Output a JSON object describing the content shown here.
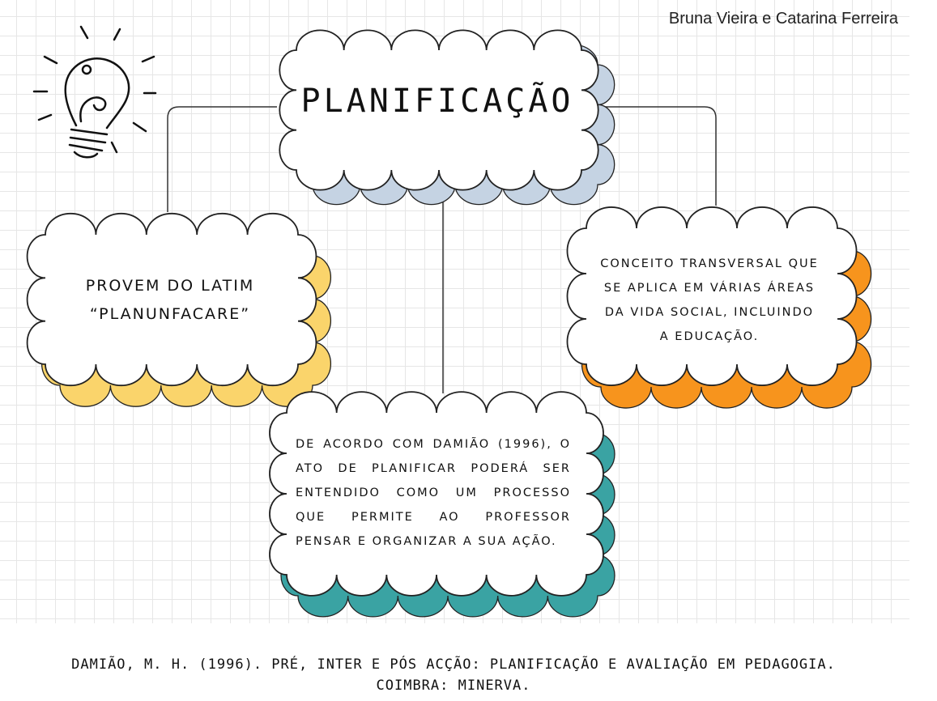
{
  "author": "Bruna Vieira e Catarina Ferreira",
  "title": "PLANIFICAÇÃO",
  "clouds": {
    "left": {
      "lines": [
        "PROVEM DO LATIM",
        "“PLANUNFACARE”"
      ],
      "shadow_color": "#fad46b"
    },
    "right": {
      "lines": [
        "CONCEITO TRANSVERSAL QUE",
        "SE APLICA EM VÁRIAS ÁREAS",
        "DA VIDA SOCIAL, INCLUINDO",
        "A EDUCAÇÃO."
      ],
      "shadow_color": "#f7941d"
    },
    "center": {
      "lines": [
        "DE ACORDO COM DAMIÃO (1996), O",
        "ATO DE PLANIFICAR PODERÁ SER",
        "ENTENDIDO COMO UM PROCESSO",
        "QUE PERMITE AO PROFESSOR",
        "PENSAR E ORGANIZAR A SUA AÇÃO."
      ],
      "shadow_color": "#3aa3a3"
    },
    "title": {
      "shadow_color": "#c5d3e3"
    }
  },
  "reference": {
    "line1": "DAMIÃO, M. H. (1996). PRÉ, INTER E PÓS ACÇÃO: PLANIFICAÇÃO E AVALIAÇÃO EM PEDAGOGIA.",
    "line2": "COIMBRA: MINERVA."
  },
  "icons": {
    "idea": "lightbulb-icon"
  }
}
